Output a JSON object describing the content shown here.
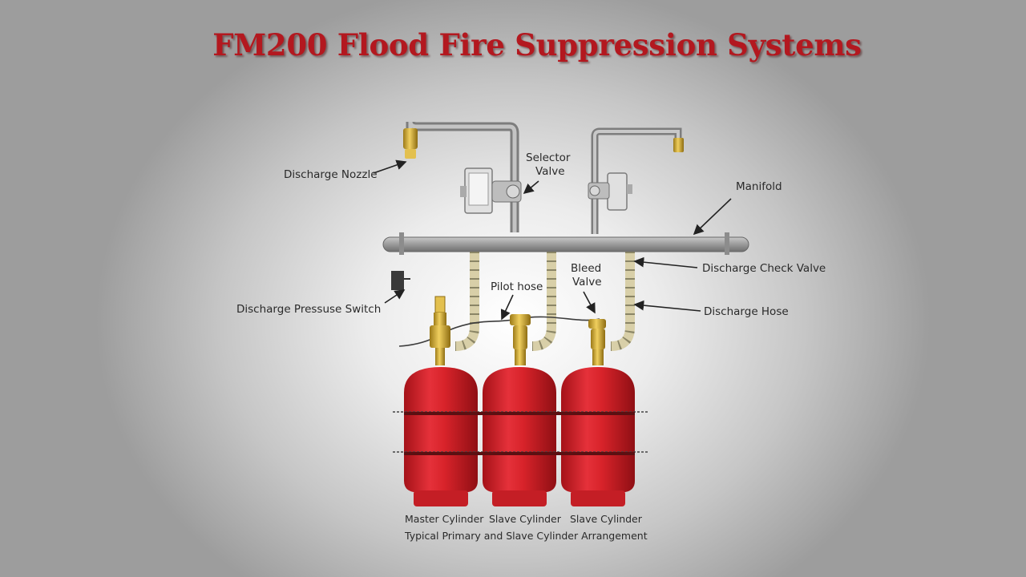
{
  "title": "FM200 Flood Fire Suppression Systems",
  "labels": {
    "discharge_nozzle": "Discharge Nozzle",
    "selector_valve_1": "Selector",
    "selector_valve_2": "Valve",
    "manifold": "Manifold",
    "discharge_check_valve": "Discharge Check Valve",
    "pilot_hose": "Pilot hose",
    "bleed_valve_1": "Bleed",
    "bleed_valve_2": "Valve",
    "discharge_pressure_switch": "Discharge Pressuse Switch",
    "discharge_hose": "Discharge Hose"
  },
  "cylinders": [
    {
      "label": "Master Cylinder"
    },
    {
      "label": "Slave Cylinder"
    },
    {
      "label": "Slave Cylinder"
    }
  ],
  "caption": "Typical Primary and Slave Cylinder Arrangement",
  "colors": {
    "title": "#b3181f",
    "cylinder": "#d8232a",
    "brass": "#d9b03a",
    "pipe": "#9a9a9a"
  }
}
